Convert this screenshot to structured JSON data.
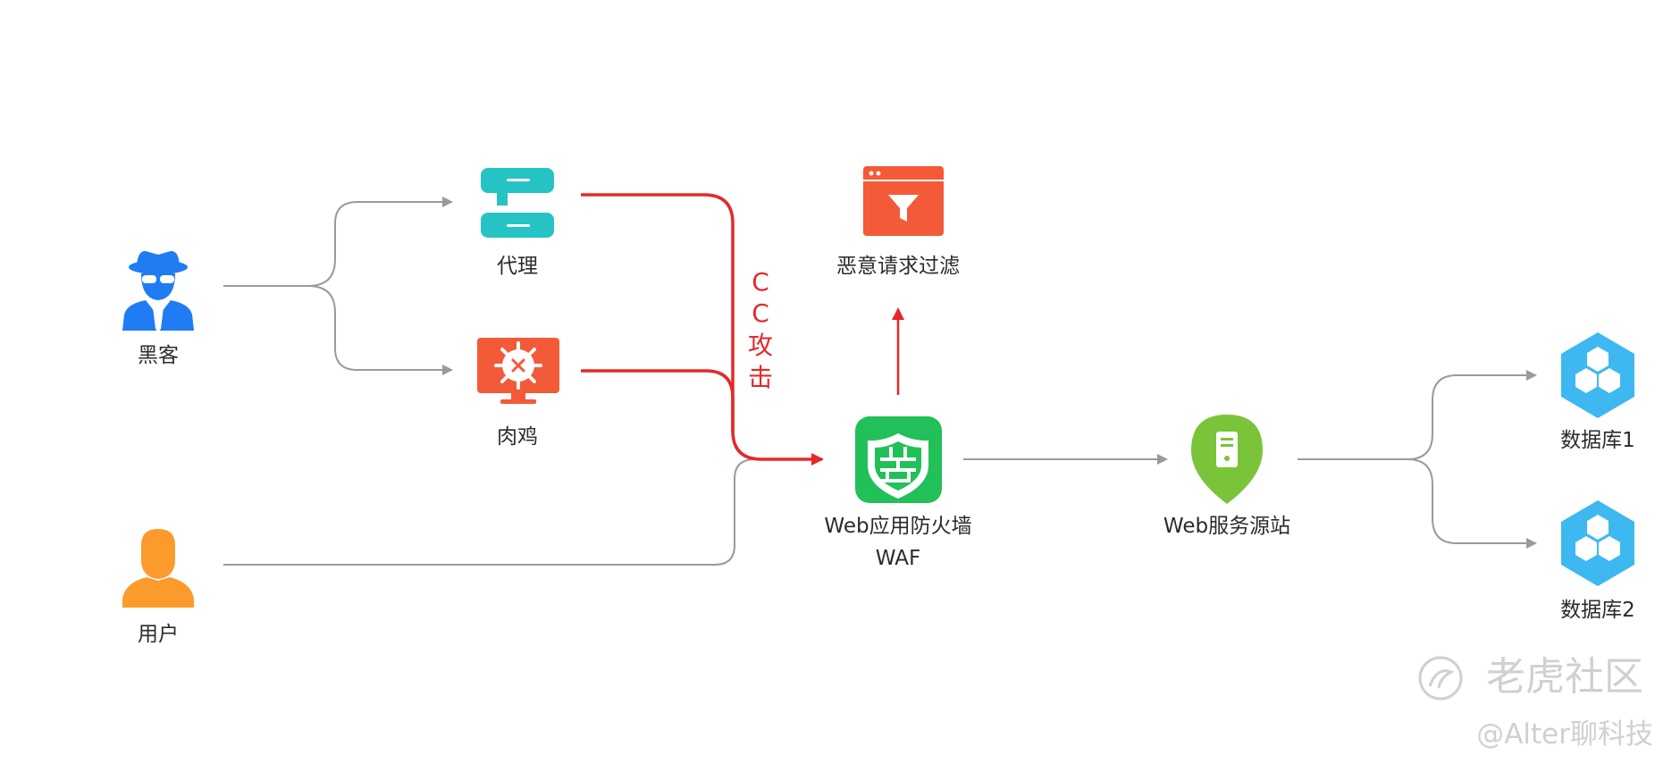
{
  "nodes": {
    "hacker": "黑客",
    "proxy": "代理",
    "zombie": "肉鸡",
    "user": "用户",
    "filter": "恶意请求过滤",
    "waf_line1": "Web应用防火墙",
    "waf_line2": "WAF",
    "origin": "Web服务源站",
    "db1": "数据库1",
    "db2": "数据库2"
  },
  "attack_label": [
    "C",
    "C",
    "攻",
    "击"
  ],
  "watermark": {
    "brand": "老虎社区",
    "author": "@Alter聊科技"
  },
  "colors": {
    "gray_line": "#9a9a9a",
    "attack_red": "#e3292a",
    "hacker_blue": "#1f7cf3",
    "proxy_teal": "#25c3c3",
    "zombie_orange": "#f25a38",
    "user_orange": "#fb9b2b",
    "filter_red": "#f25a38",
    "waf_green": "#22c058",
    "origin_green": "#7ac43a",
    "db_blue": "#3db8f0"
  }
}
